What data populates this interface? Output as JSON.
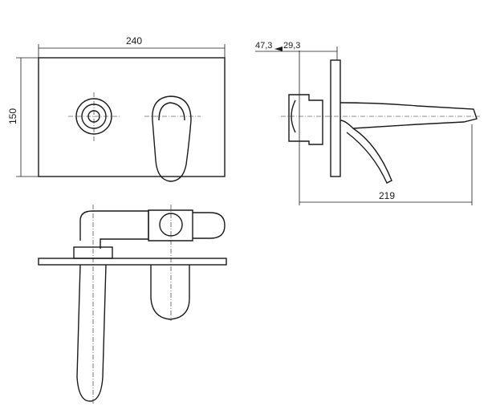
{
  "dimensions": {
    "width": "240",
    "height": "150",
    "offset_a": "47,3",
    "offset_b": "29,3",
    "projection": "219"
  }
}
